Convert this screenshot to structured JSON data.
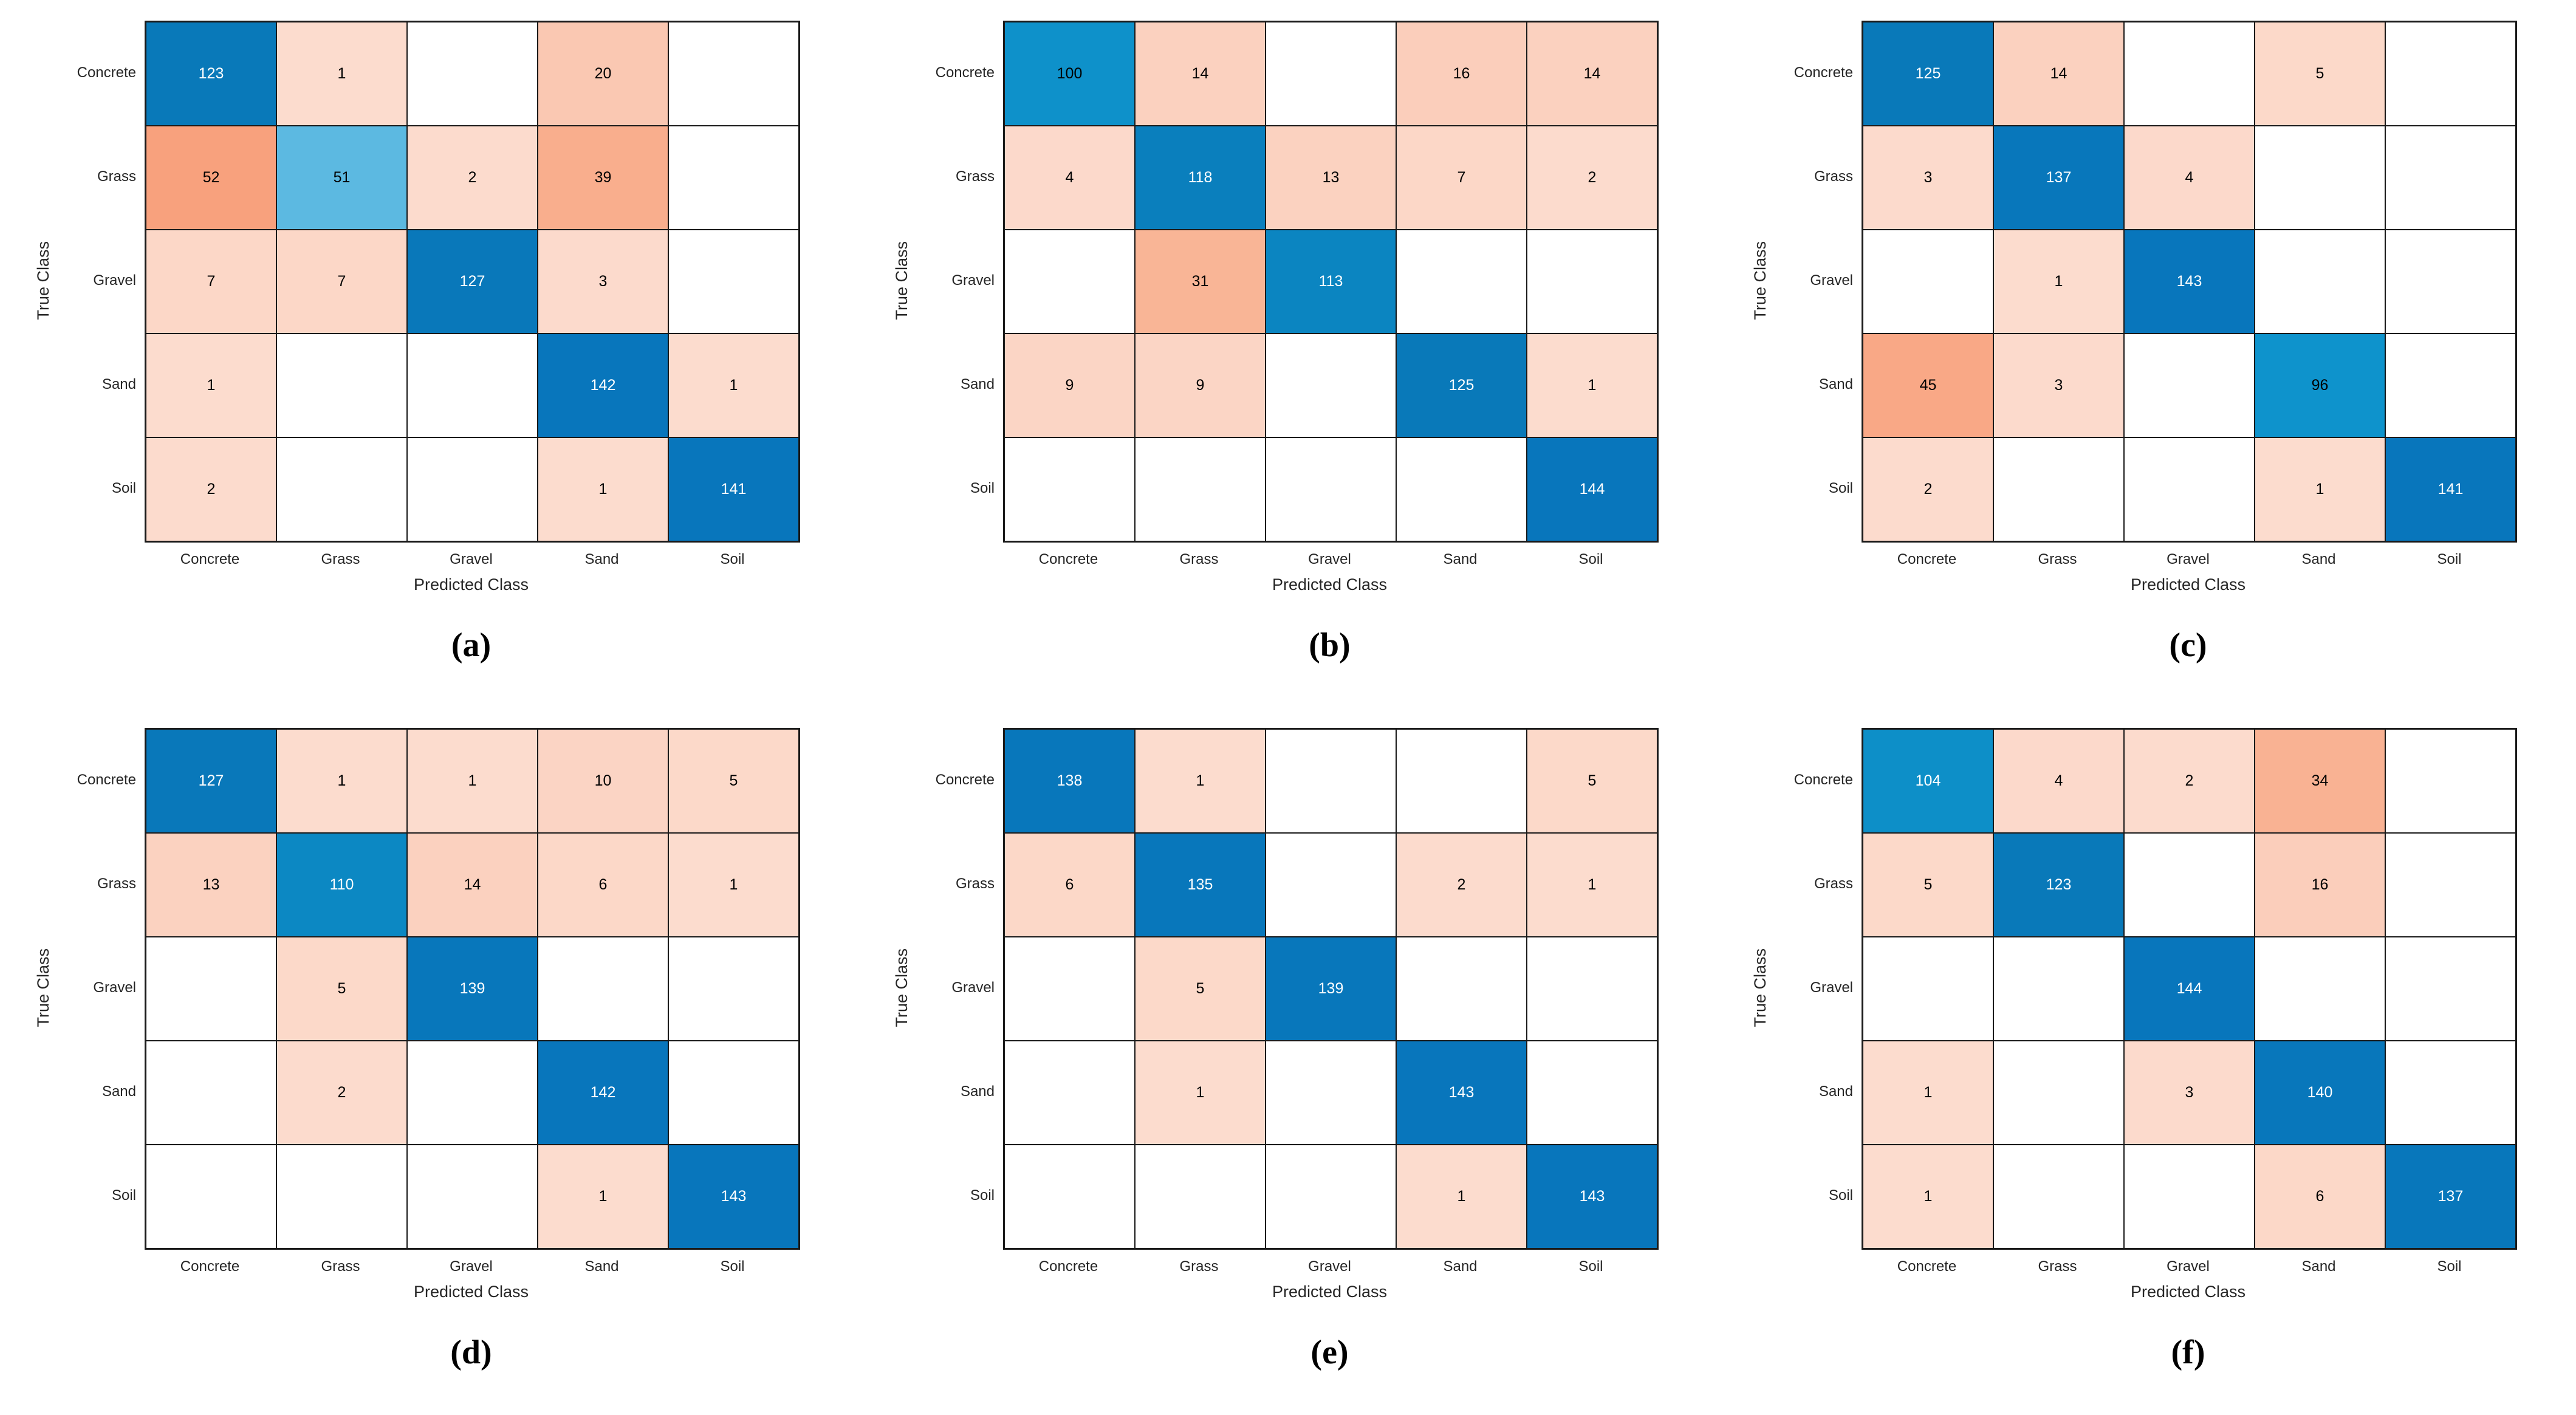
{
  "figure": {
    "layout": "2x3-grid-of-confusion-matrices",
    "background": "#FFFFFF"
  },
  "colors": {
    "diagonal_base": "#0072BD",
    "off_diagonal_base": "#D95319",
    "grid_line": "#1A1A1A",
    "tick_text": "#262626",
    "cell_text_dark": "#000000",
    "cell_text_light": "#FFFFFF",
    "white_text_threshold": 0.71,
    "blue_scale": [
      [
        0.0,
        "#FFFFFF"
      ],
      [
        0.354,
        "#5CB9E1"
      ],
      [
        0.667,
        "#0E93CC"
      ],
      [
        0.722,
        "#0D8FC8"
      ],
      [
        0.854,
        "#0979B9"
      ],
      [
        1.0,
        "#0876BC"
      ]
    ],
    "orange_scale": [
      [
        0.0,
        "#FFFFFF"
      ],
      [
        0.007,
        "#FCDCCE"
      ],
      [
        0.097,
        "#FBD1BF"
      ],
      [
        0.139,
        "#FAC8B2"
      ],
      [
        0.215,
        "#F9B596"
      ],
      [
        0.271,
        "#F9AE8D"
      ],
      [
        0.361,
        "#F8A17D"
      ]
    ]
  },
  "chart_data": [
    {
      "id": "a",
      "type": "heatmap",
      "subtype": "confusion-matrix",
      "caption": "(a)",
      "xlabel": "Predicted Class",
      "ylabel": "True Class",
      "classes": [
        "Concrete",
        "Grass",
        "Gravel",
        "Sand",
        "Soil"
      ],
      "max_value": 144,
      "rows": [
        [
          123,
          1,
          null,
          20,
          null
        ],
        [
          52,
          51,
          2,
          39,
          null
        ],
        [
          7,
          7,
          127,
          3,
          null
        ],
        [
          1,
          null,
          null,
          142,
          1
        ],
        [
          2,
          null,
          null,
          1,
          141
        ]
      ]
    },
    {
      "id": "b",
      "type": "heatmap",
      "subtype": "confusion-matrix",
      "caption": "(b)",
      "xlabel": "Predicted Class",
      "ylabel": "True Class",
      "classes": [
        "Concrete",
        "Grass",
        "Gravel",
        "Sand",
        "Soil"
      ],
      "max_value": 144,
      "rows": [
        [
          100,
          14,
          null,
          16,
          14
        ],
        [
          4,
          118,
          13,
          7,
          2
        ],
        [
          null,
          31,
          113,
          null,
          null
        ],
        [
          9,
          9,
          null,
          125,
          1
        ],
        [
          null,
          null,
          null,
          null,
          144
        ]
      ]
    },
    {
      "id": "c",
      "type": "heatmap",
      "subtype": "confusion-matrix",
      "caption": "(c)",
      "xlabel": "Predicted Class",
      "ylabel": "True Class",
      "classes": [
        "Concrete",
        "Grass",
        "Gravel",
        "Sand",
        "Soil"
      ],
      "max_value": 144,
      "rows": [
        [
          125,
          14,
          null,
          5,
          null
        ],
        [
          3,
          137,
          4,
          null,
          null
        ],
        [
          null,
          1,
          143,
          null,
          null
        ],
        [
          45,
          3,
          null,
          96,
          null
        ],
        [
          2,
          null,
          null,
          1,
          141
        ]
      ]
    },
    {
      "id": "d",
      "type": "heatmap",
      "subtype": "confusion-matrix",
      "caption": "(d)",
      "xlabel": "Predicted Class",
      "ylabel": "True Class",
      "classes": [
        "Concrete",
        "Grass",
        "Gravel",
        "Sand",
        "Soil"
      ],
      "max_value": 144,
      "rows": [
        [
          127,
          1,
          1,
          10,
          5
        ],
        [
          13,
          110,
          14,
          6,
          1
        ],
        [
          null,
          5,
          139,
          null,
          null
        ],
        [
          null,
          2,
          null,
          142,
          null
        ],
        [
          null,
          null,
          null,
          1,
          143
        ]
      ]
    },
    {
      "id": "e",
      "type": "heatmap",
      "subtype": "confusion-matrix",
      "caption": "(e)",
      "xlabel": "Predicted Class",
      "ylabel": "True Class",
      "classes": [
        "Concrete",
        "Grass",
        "Gravel",
        "Sand",
        "Soil"
      ],
      "max_value": 144,
      "rows": [
        [
          138,
          1,
          null,
          null,
          5
        ],
        [
          6,
          135,
          null,
          2,
          1
        ],
        [
          null,
          5,
          139,
          null,
          null
        ],
        [
          null,
          1,
          null,
          143,
          null
        ],
        [
          null,
          null,
          null,
          1,
          143
        ]
      ]
    },
    {
      "id": "f",
      "type": "heatmap",
      "subtype": "confusion-matrix",
      "caption": "(f)",
      "xlabel": "Predicted Class",
      "ylabel": "True Class",
      "classes": [
        "Concrete",
        "Grass",
        "Gravel",
        "Sand",
        "Soil"
      ],
      "max_value": 144,
      "rows": [
        [
          104,
          4,
          2,
          34,
          null
        ],
        [
          5,
          123,
          null,
          16,
          null
        ],
        [
          null,
          null,
          144,
          null,
          null
        ],
        [
          1,
          null,
          3,
          140,
          null
        ],
        [
          1,
          null,
          null,
          6,
          137
        ]
      ]
    }
  ]
}
